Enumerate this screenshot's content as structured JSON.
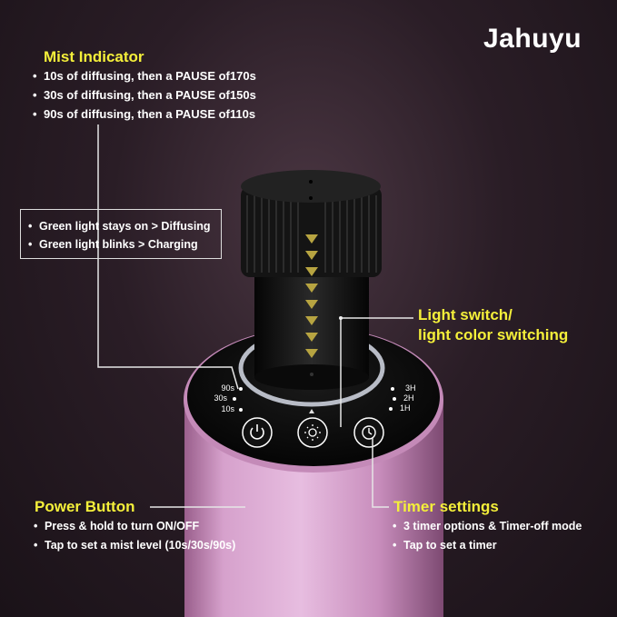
{
  "brand": "Jahuyu",
  "mist": {
    "title": "Mist Indicator",
    "items": [
      "10s of diffusing, then a PAUSE of170s",
      "30s of diffusing, then a PAUSE of150s",
      "90s of diffusing, then a PAUSE of110s"
    ]
  },
  "light_box": {
    "items": [
      "Green light stays on > Diffusing",
      "Green light blinks > Charging"
    ]
  },
  "light_switch": {
    "title_line1": "Light switch/",
    "title_line2": "light color switching"
  },
  "power": {
    "title": "Power Button",
    "item1_prefix": "Press & hold to turn ",
    "item1_bold": "ON/OFF",
    "item2": "Tap to set a mist level (10s/30s/90s)"
  },
  "timer": {
    "title": "Timer settings",
    "items": [
      "3 timer options & Timer-off mode",
      "Tap to set a timer"
    ]
  },
  "panel": {
    "mist_levels": [
      "90s",
      "30s",
      "10s"
    ],
    "timer_levels": [
      "3H",
      "2H",
      "1H"
    ]
  },
  "colors": {
    "accent_yellow": "#f4ef3a",
    "body_pink": "#d9a0cc"
  },
  "icons": [
    "power-icon",
    "light-icon",
    "clock-icon",
    "arrow-indicator-icon"
  ]
}
